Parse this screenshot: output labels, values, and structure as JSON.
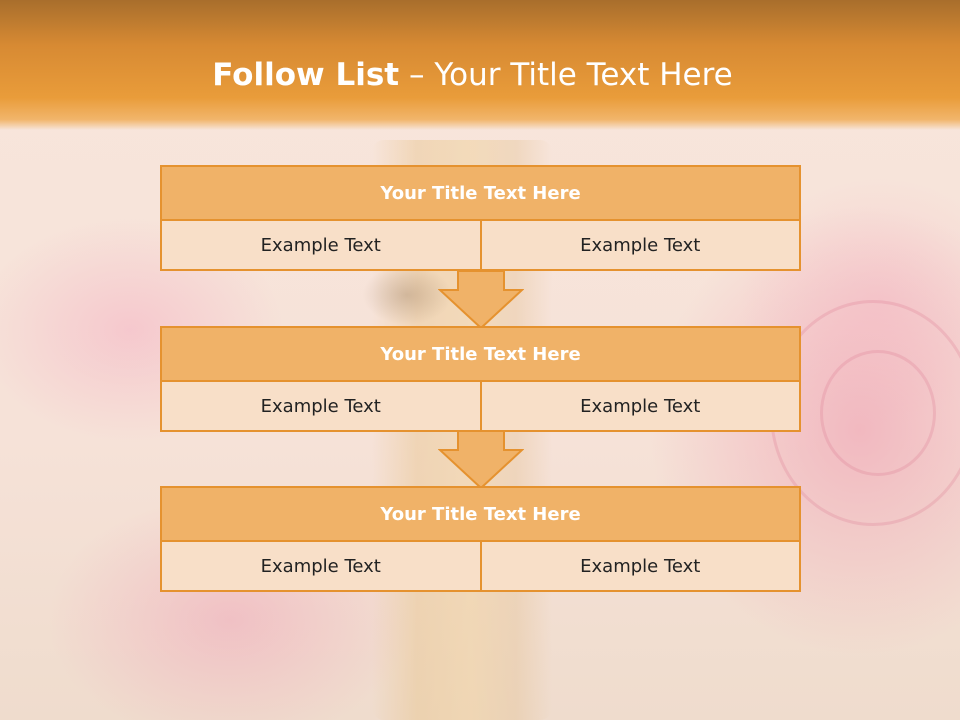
{
  "slide": {
    "title_bold": "Follow List",
    "title_rest": " – Your Title Text Here"
  },
  "steps": [
    {
      "title": "Your Title Text Here",
      "left": "Example Text",
      "right": "Example Text"
    },
    {
      "title": "Your Title Text Here",
      "left": "Example Text",
      "right": "Example Text"
    },
    {
      "title": "Your Title Text Here",
      "left": "Example Text",
      "right": "Example Text"
    }
  ],
  "colors": {
    "header": "#e99c3a",
    "box_title_fill": "#f0b268",
    "box_cell_fill": "#f8dfc8",
    "box_border": "#e5922f",
    "arrow_fill": "#f0b268"
  }
}
